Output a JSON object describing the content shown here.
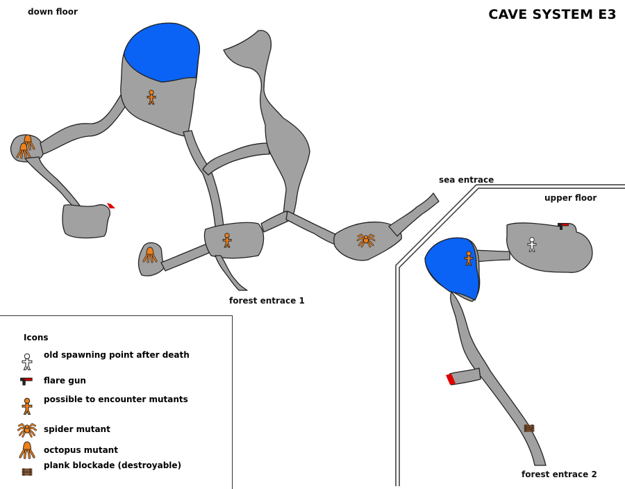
{
  "title": "CAVE SYSTEM E3",
  "labels": {
    "down_floor": "down floor",
    "upper_floor": "upper floor",
    "sea_entrance": "sea entrace",
    "forest_entrance_1": "forest entrace 1",
    "forest_entrance_2": "forest entrace 2"
  },
  "legend": {
    "heading": "Icons",
    "items": [
      {
        "icon": "spawn-point-icon",
        "label": "old spawning point after death"
      },
      {
        "icon": "flare-gun-icon",
        "label": "flare gun"
      },
      {
        "icon": "mutant-encounter-icon",
        "label": "possible to encounter mutants"
      },
      {
        "icon": "spider-mutant-icon",
        "label": "spider mutant"
      },
      {
        "icon": "octopus-mutant-icon",
        "label": "octopus mutant"
      },
      {
        "icon": "plank-blockade-icon",
        "label": "plank blockade (destroyable)"
      }
    ]
  },
  "colors": {
    "cave": "#a1a1a1",
    "water": "#0a63f5",
    "mutant": "#f08018",
    "flare_gun": "#c40000",
    "blockade_marker": "#e00000",
    "plank": "#8a4b1e",
    "outline": "#222222"
  }
}
